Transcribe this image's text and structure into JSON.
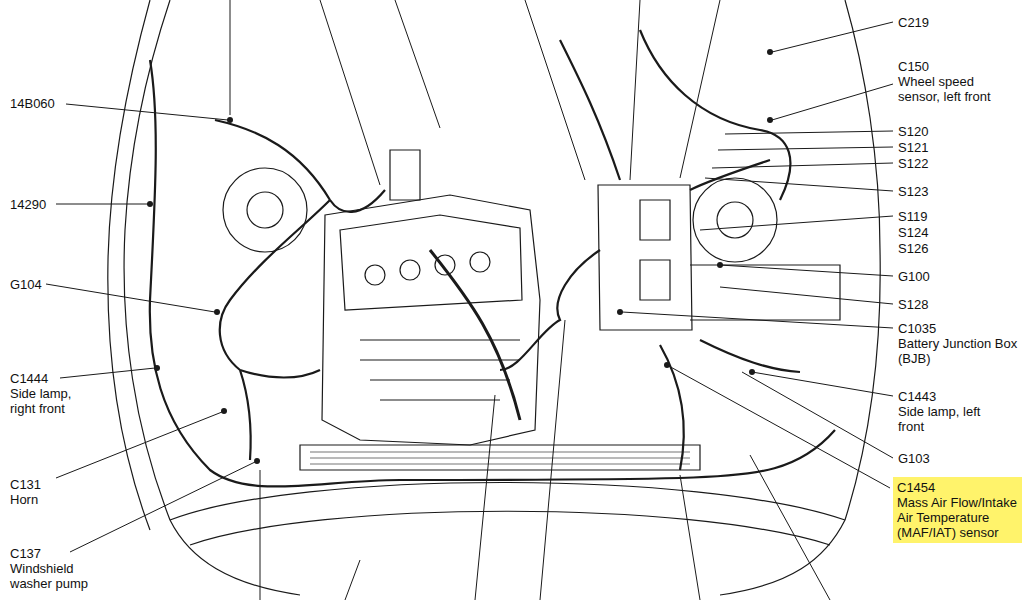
{
  "diagram": {
    "nodes": [
      {
        "text": [
          "C1454",
          "Mass Air Flow/Intake Air Temperature (MAF/IAT) sensor"
        ]
      }
    ],
    "labels": [
      "C219",
      "C150",
      "Wheel speed sensor, left front",
      "S120",
      "S121",
      "S122",
      "S123",
      "S119",
      "S124",
      "S126",
      "G100",
      "S128",
      "C1035",
      "Battery Junction Box (BJB)",
      "C1443",
      "Side lamp, left front",
      "G103",
      "14B060",
      "14290",
      "G104",
      "C1444",
      "Side lamp, right front",
      "C131",
      "Horn",
      "C137",
      "Windshield washer pump"
    ]
  }
}
